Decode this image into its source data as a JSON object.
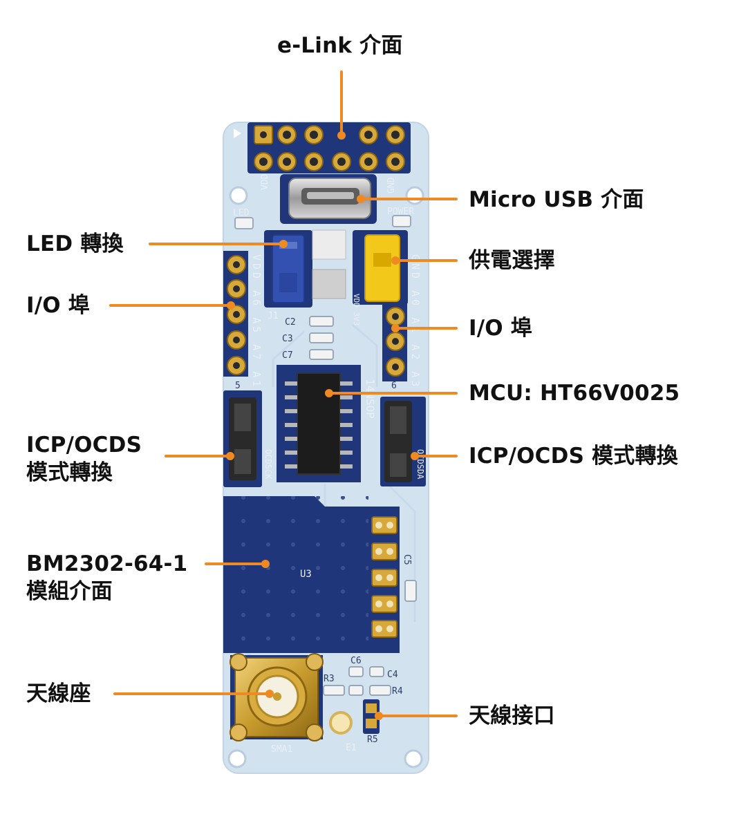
{
  "labels": {
    "elink": "e-Link 介面",
    "micro_usb": "Micro USB 介面",
    "led": "LED 轉換",
    "power": "供電選擇",
    "io_left": "I/O 埠",
    "io_right": "I/O 埠",
    "mcu": "MCU: HT66V0025",
    "icp_left_line1": "ICP/OCDS",
    "icp_left_line2": "模式轉換",
    "icp_right": "ICP/OCDS 模式轉換",
    "bm_line1": "BM2302-64-1",
    "bm_line2": "模組介面",
    "antenna_seat": "天線座",
    "antenna_port": "天線接口"
  },
  "silkscreen": {
    "vdd_top": "VDD",
    "gnd_top": "GND",
    "led_silk": "LED",
    "power_silk": "POWER",
    "left_pins": "VDD A6 A5 A7 A1",
    "right_pins": "GND A0 A1 A2 A3",
    "vdd_3v3": "VDD 3V3",
    "j1": "J1",
    "c2": "C2",
    "c3": "C3",
    "c7": "C7",
    "pin5": "5",
    "pin6": "6",
    "package": "14NSOP",
    "ocdsck": "OCDSCK",
    "ocdsda": "OCDSDA",
    "u3": "U3",
    "c5": "C5",
    "c6": "C6",
    "r3": "R3",
    "c4": "C4",
    "r4": "R4",
    "r5": "R5",
    "sma1": "SMA1",
    "e1": "E1"
  },
  "colors": {
    "board": "#d3e2ef",
    "board_edge": "#c2d5e6",
    "mask_blue": "#20367a",
    "trace": "#c7d8ea",
    "gold": "#c69a2c",
    "leader": "#ee8a21",
    "jumper_yellow": "#f2c81a",
    "jumper_blue": "#3351b0"
  }
}
